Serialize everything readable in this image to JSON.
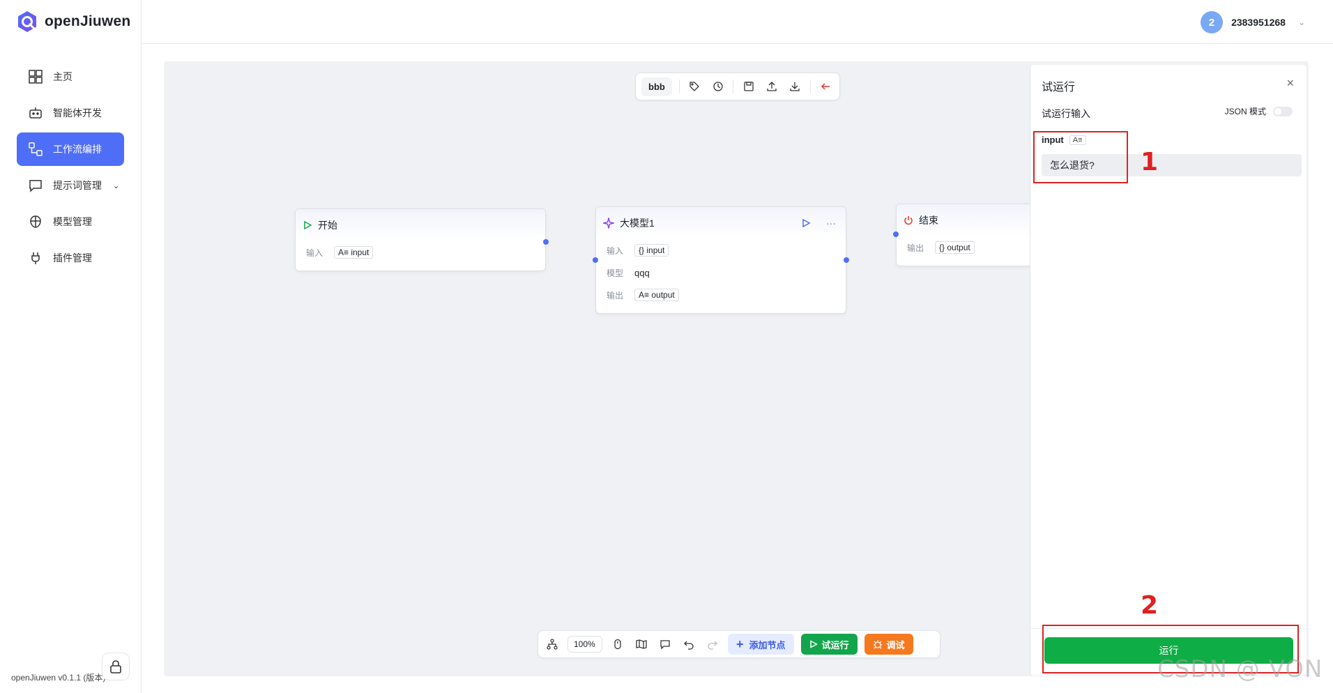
{
  "app": {
    "name": "openJiuwen",
    "version": "openJiuwen v0.1.1 (版本)"
  },
  "sidebar": {
    "items": [
      {
        "label": "主页",
        "icon": "grid-icon",
        "active": false
      },
      {
        "label": "智能体开发",
        "icon": "robot-icon",
        "active": false
      },
      {
        "label": "工作流编排",
        "icon": "workflow-icon",
        "active": true
      },
      {
        "label": "提示词管理",
        "icon": "chat-icon",
        "active": false,
        "has_submenu": true
      },
      {
        "label": "模型管理",
        "icon": "brain-icon",
        "active": false
      },
      {
        "label": "插件管理",
        "icon": "plug-icon",
        "active": false
      }
    ]
  },
  "header": {
    "avatar_text": "2",
    "username": "2383951268"
  },
  "toolbar": {
    "workflow_name": "bbb"
  },
  "nodes": {
    "start": {
      "title": "开始",
      "input_label": "输入",
      "input_tag": "A≡ input"
    },
    "llm": {
      "title": "大模型1",
      "input_label": "输入",
      "input_tag": "{} input",
      "model_label": "模型",
      "model_value": "qqq",
      "output_label": "输出",
      "output_tag": "A≡ output",
      "more": "···"
    },
    "end": {
      "title": "结束",
      "output_label": "输出",
      "output_tag": "{} output"
    }
  },
  "bottom_toolbar": {
    "zoom": "100%",
    "add_node": "添加节点",
    "test_run": "试运行",
    "debug": "调试"
  },
  "panel": {
    "title": "试运行",
    "close": "×",
    "subtitle": "试运行输入",
    "json_mode": "JSON 模式",
    "field_name": "input",
    "field_type": "A≡",
    "field_value": "怎么退货?",
    "run_button": "运行"
  },
  "annotations": {
    "one": "1",
    "two": "2"
  },
  "watermark": "CSDN @ VON",
  "colors": {
    "accent": "#4f6ef7",
    "run_green": "#0fad46",
    "debug_orange": "#f5791f",
    "annotation_red": "#e02020"
  }
}
